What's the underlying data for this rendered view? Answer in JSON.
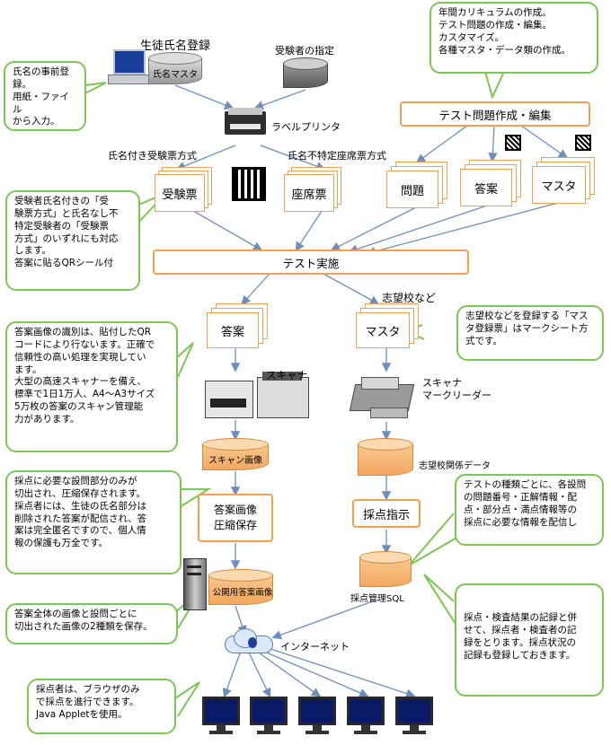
{
  "top": {
    "student_register": "生徒氏名登録",
    "name_master": "氏名マスタ",
    "examinee_spec": "受験者の指定",
    "label_printer": "ラベルプリンタ",
    "named_ticket_method": "氏名付き受験票方式",
    "unnamed_seat_method": "氏名不特定座席票方式",
    "exam_ticket": "受験票",
    "seat_ticket": "座席票"
  },
  "callouts": {
    "name_preregister": [
      "氏名の事前登",
      "録。",
      "用紙・ファイル",
      "から入力。"
    ],
    "curriculum": [
      "年間カリキュラムの作成。",
      "テスト問題の作成・編集。",
      "カスタマイズ。",
      "各種マスタ・データ類の作成。"
    ],
    "ticket_methods": [
      "受験者氏名付きの「受",
      "験票方式」と氏名なし不",
      "特定受験者の「受験票",
      "方式」のいずれにも対応",
      "します。",
      "答案に貼るQRシール付"
    ],
    "scan_capacity": [
      "答案画像の識別は、貼付したQR",
      "コードにより行ないます。正確で",
      "信頼性の高い処理を実現してい",
      "ます。",
      "大型の高速スキャナーを備え、",
      "標準で1日1万人、A4〜A3サイズ",
      "5万枚の答案のスキャン管理能",
      "力があります。"
    ],
    "school_master": [
      "志望校などを登録する「マス",
      "タ登録票」はマークシート方",
      "式です。"
    ],
    "privacy": [
      "採点に必要な設問部分のみが",
      "切出され、圧縮保存されます。",
      "採点者には、生徒の氏名部分は",
      "削除された答案が配信され、答",
      "案は完全匿名ですので、個人情",
      "報の保護も万全です。"
    ],
    "distribution": [
      "テストの種類ごとに、各設問",
      "の問題番号・正解情報・配",
      "点・部分点・満点情報等の",
      "採点に必要な情報を配信し"
    ],
    "two_images": [
      "答案全体の画像と設問ごとに",
      "切出された画像の2種類を保存。"
    ],
    "results": [
      "採点・検査結果の記録と併",
      "せて、採点者・検査者の記",
      "録をとります。採点状況の",
      "記録も登録しておきます。"
    ],
    "browser": [
      "採点者は、ブラウザのみ",
      "で採点を進行できます。",
      "Java Appletを使用。"
    ]
  },
  "flow": {
    "test_creation": "テスト問題作成・編集",
    "problem": "問題",
    "answer_sheet": "答案",
    "master": "マスタ",
    "test_exec": "テスト実施",
    "answer2": "答案",
    "aspiring_school": "志望校など",
    "master2": "マスタ",
    "scanner": "スキャナ",
    "scanner_reader": [
      "スキャナ",
      "マークリーダー"
    ],
    "scan_image": "スキャン画像",
    "school_data": "志望校関係データ",
    "compress_save": [
      "答案画像",
      "圧縮保存"
    ],
    "grading_instr": "採点指示",
    "public_images": "公開用答案画像",
    "grading_sql": "採点管理SQL",
    "internet": "インターネット"
  },
  "colors": {
    "callout_border": "#7ec653",
    "box_border": "#f0a050",
    "arrow": "#6c8ebf",
    "cylinder_fill": "#f3a860"
  }
}
